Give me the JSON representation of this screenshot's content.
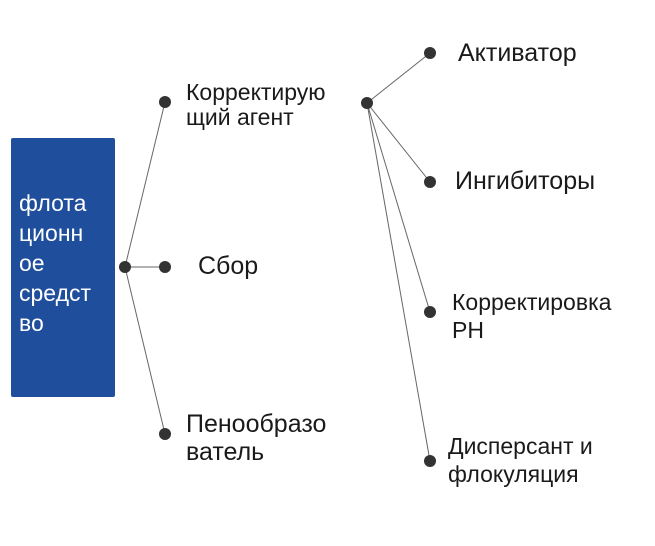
{
  "root": {
    "lines": [
      "флота",
      "ционн",
      "ое",
      "средст",
      "во"
    ]
  },
  "level1": {
    "reagent": {
      "lines": [
        "Корректирую",
        "щий агент"
      ]
    },
    "collector": {
      "lines": [
        "Сбор"
      ]
    },
    "frother": {
      "lines": [
        "Пенообразо",
        "ватель"
      ]
    }
  },
  "level2": {
    "activator": {
      "lines": [
        "Активатор"
      ]
    },
    "inhibitors": {
      "lines": [
        "Ингибиторы"
      ]
    },
    "ph": {
      "lines": [
        "Корректировка",
        "PH"
      ]
    },
    "dispersant": {
      "lines": [
        "Дисперсант и",
        "флокуляция"
      ]
    }
  },
  "colors": {
    "box": "#1f4e9c",
    "line": "#666666",
    "dot": "#333333"
  }
}
